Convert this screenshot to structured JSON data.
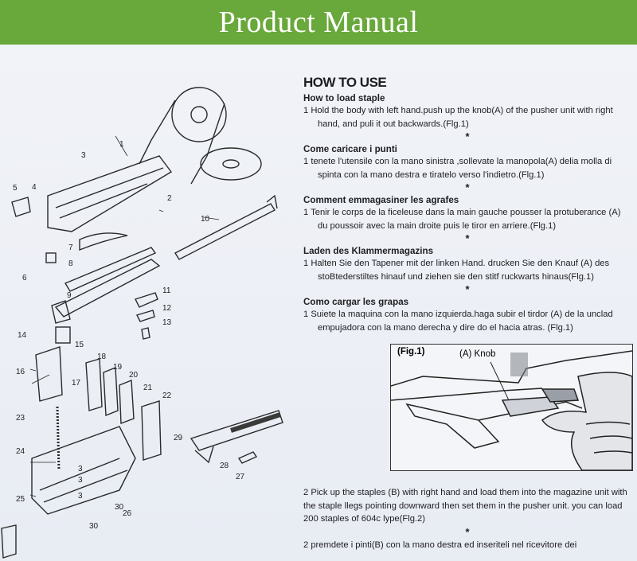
{
  "banner": {
    "title": "Product Manual"
  },
  "diagram": {
    "part_numbers": [
      "1",
      "2",
      "3",
      "4",
      "5",
      "6",
      "7",
      "8",
      "9",
      "10",
      "11",
      "12",
      "13",
      "14",
      "15",
      "16",
      "17",
      "18",
      "19",
      "20",
      "21",
      "22",
      "23",
      "24",
      "25",
      "26",
      "27",
      "28",
      "29",
      "30",
      "30",
      "3",
      "3",
      "3"
    ]
  },
  "manual": {
    "heading": "HOW TO USE",
    "sections": [
      {
        "title": "How to load staple",
        "body": "1  Hold the body with left hand.push up the knob(A) of the pusher unit with right hand, and puli it out backwards.(Flg.1)"
      },
      {
        "title": "Come caricare i punti",
        "body": "1  tenete l'utensile con la mano sinistra ,sollevate la manopola(A) delia molla di spinta con la mano destra e tiratelo verso l'indietro.(Flg.1)"
      },
      {
        "title": "Comment emmagasiner les agrafes",
        "body": "1  Tenir le corps de la ficeleuse dans la main gauche pousser la protuberance (A) du poussoir avec la main droite puis le tiror en arriere.(Flg.1)"
      },
      {
        "title": "Laden des Klammermagazins",
        "body": "1  Halten Sie den Tapener mit der linken Hand.   drucken Sie den Knauf (A) des stoBtederstiltes hinauf und ziehen sie den stitf ruckwarts hinaus(Flg.1)"
      },
      {
        "title": "Como cargar les grapas",
        "body": "1  Suiete la maquina con la mano izquierda.haga subir el tirdor (A) de la unclad empujadora con la mano derecha y dire do el hacia atras. (Flg.1)"
      }
    ],
    "separator": "*",
    "figure": {
      "label": "(Fig.1)",
      "knob_label": "(A) Knob"
    },
    "step2_en": "2   Pick up the staples (B) with right hand and load them into the magazine unit with the staple llegs pointing downward then set them in the pusher unit. you can load 200 staples of 604c lype(Flg.2)",
    "step2_it": "2   premdete i pinti(B) con la mano destra ed inseriteli nel ricevitore dei"
  }
}
